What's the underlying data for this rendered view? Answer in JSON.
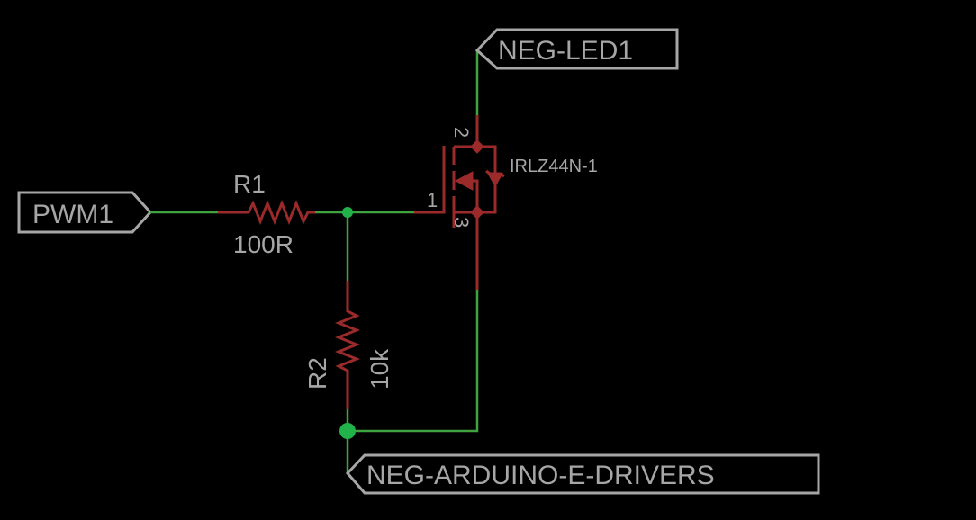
{
  "schematic": {
    "net_labels": {
      "pwm": "PWM1",
      "neg_led": "NEG-LED1",
      "neg_arduino": "NEG-ARDUINO-E-DRIVERS"
    },
    "components": {
      "r1": {
        "name": "R1",
        "value": "100R"
      },
      "r2": {
        "name": "R2",
        "value": "10k"
      },
      "q1": {
        "name": "IRLZ44N-1",
        "pin_gate": "1",
        "pin_drain": "2",
        "pin_source": "3"
      }
    },
    "colors": {
      "background": "#000000",
      "wire": "#3fa33f",
      "component": "#9b2a2a",
      "label": "#a6a6a6",
      "junction": "#22b24a"
    }
  }
}
